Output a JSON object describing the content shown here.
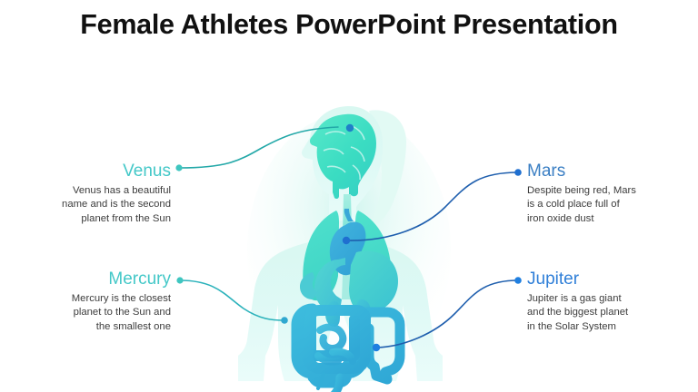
{
  "slide": {
    "title": "Female Athletes PowerPoint Presentation",
    "background_color": "#ffffff",
    "title_color": "#111111"
  },
  "callouts": [
    {
      "id": "venus",
      "side": "left",
      "title": "Venus",
      "title_color": "#44c8c8",
      "body": "Venus has a beautiful\nname and is the second\nplanet from the Sun",
      "body_color": "#3c3c3c",
      "dot_color": "#3fc6c0",
      "connector_color": "#23a8a8",
      "target": "brain"
    },
    {
      "id": "mercury",
      "side": "left",
      "title": "Mercury",
      "title_color": "#44c8c8",
      "body": "Mercury is the closest\nplanet to the Sun and\nthe smallest one",
      "body_color": "#3c3c3c",
      "dot_color": "#3fc6c0",
      "connector_color": "#2bb2bb",
      "target": "abdomen-left"
    },
    {
      "id": "mars",
      "side": "right",
      "title": "Mars",
      "title_color": "#3b7fc4",
      "body": "Despite being red, Mars\nis a cold place full of\niron oxide dust",
      "body_color": "#3c3c3c",
      "dot_color": "#1f6fd0",
      "connector_color": "#1f5fae",
      "target": "heart"
    },
    {
      "id": "jupiter",
      "side": "right",
      "title": "Jupiter",
      "title_color": "#2f7fd8",
      "body": "Jupiter is a gas giant\nand the biggest planet\nin the Solar System",
      "body_color": "#3c3c3c",
      "dot_color": "#1f7fe0",
      "connector_color": "#1f5fae",
      "target": "intestines"
    }
  ],
  "illustration": {
    "name": "female-anatomy-silhouette",
    "silhouette_color": "#ddf8f3",
    "organ_colors": {
      "brain": "#3fdcc2",
      "lungs": "#46d9c6",
      "heart": "#3aa8d8",
      "liver": "#49cfd0",
      "stomach": "#4fcfd2",
      "kidneys": "#3fc4d6",
      "intestines": "#35b4dc",
      "trachea": "#7fe4d8"
    }
  }
}
